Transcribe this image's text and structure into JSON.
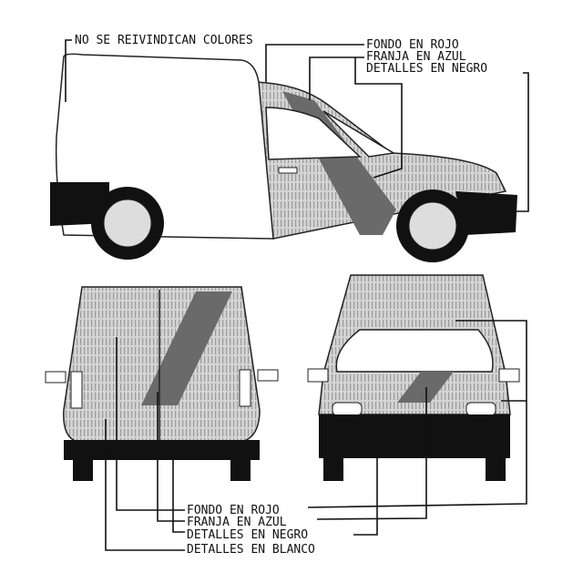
{
  "colors": {
    "fill_red": "#c9c9c9",
    "stripe_blue": "#6a6a6a",
    "black": "#111111",
    "white": "#ffffff"
  },
  "side_view": {
    "label_no_colors": "NO SE REIVINDICAN COLORES",
    "label_fondo": "FONDO EN ROJO",
    "label_franja": "FRANJA EN AZUL",
    "label_detalles_negro": "DETALLES EN NEGRO"
  },
  "bottom_legend": {
    "label_fondo": "FONDO EN ROJO",
    "label_franja": "FRANJA EN AZUL",
    "label_detalles_negro": "DETALLES EN NEGRO",
    "label_detalles_blanco": "DETALLES EN BLANCO"
  }
}
